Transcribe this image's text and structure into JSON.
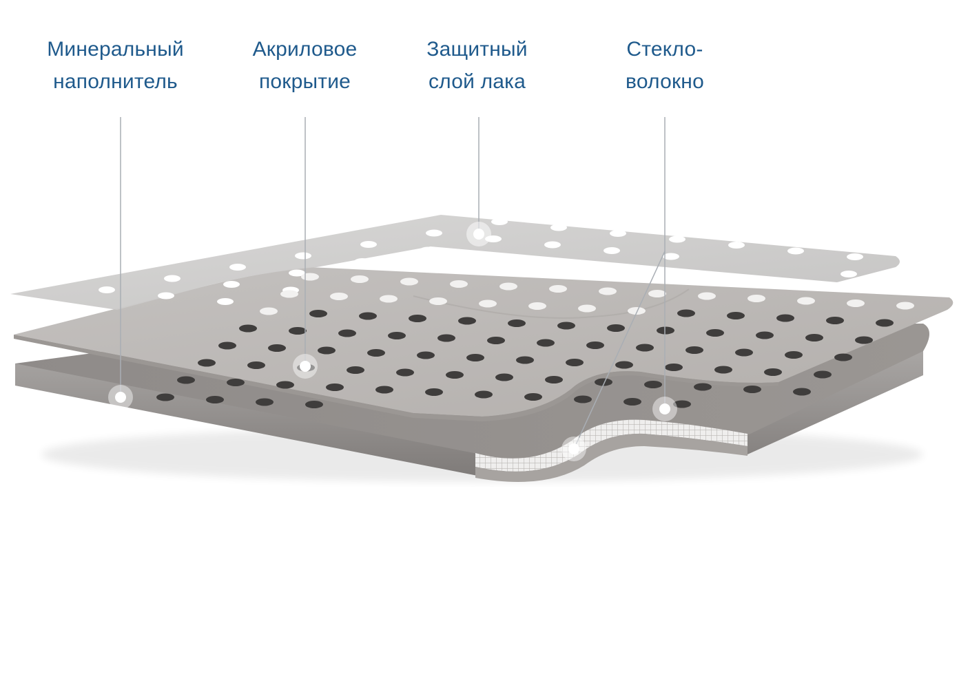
{
  "labels": {
    "mineral": {
      "line1": "Минеральный",
      "line2": "наполнитель"
    },
    "acrylic": {
      "line1": "Акриловое",
      "line2": "покрытие"
    },
    "lacquer": {
      "line1": "Защитный",
      "line2": "слой лака"
    },
    "fiberglass": {
      "line1": "Стекло-",
      "line2": "волокно"
    }
  },
  "colors": {
    "label_text": "#1f5a8c",
    "leader_line": "#a9aeb4",
    "top_sheet": "#cdcccb",
    "middle_sheet": "#bcb8b6",
    "base_slab": "#8e8a88",
    "holes": "#ffffff"
  }
}
